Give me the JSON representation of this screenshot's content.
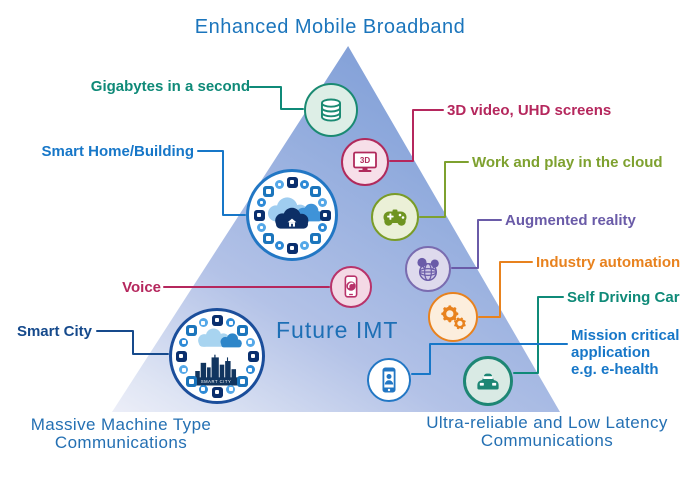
{
  "title": "Enhanced Mobile Broadband",
  "center_label": "Future IMT",
  "bottom_left_label": "Massive Machine Type\nCommunications",
  "bottom_right_label": "Ultra-reliable and Low Latency\nCommunications",
  "colors": {
    "title_blue": "#1b75bc",
    "corner_blue": "#2470b3",
    "triangle_top": "#7495d2",
    "triangle_bottom": "#eceef8",
    "teal": "#0f8a78",
    "crimson": "#b5275d",
    "olive": "#7ea12f",
    "purple": "#6a5ba8",
    "orange": "#e8821e",
    "bright_blue": "#1777c8",
    "navy": "#164a8c"
  },
  "callouts": {
    "gigabytes": {
      "label": "Gigabytes in a second",
      "color": "#0f8a78"
    },
    "smart_home": {
      "label": "Smart Home/Building",
      "color": "#1777c8"
    },
    "voice": {
      "label": "Voice",
      "color": "#b5275d"
    },
    "smart_city": {
      "label": "Smart City",
      "color": "#164a8c"
    },
    "video3d": {
      "label": "3D video, UHD screens",
      "color": "#b5275d"
    },
    "cloud_play": {
      "label": "Work and play in the cloud",
      "color": "#7ea12f"
    },
    "augmented": {
      "label": "Augmented reality",
      "color": "#6a5ba8"
    },
    "industry": {
      "label": "Industry automation",
      "color": "#e8821e"
    },
    "self_driving": {
      "label": "Self Driving Car",
      "color": "#0f8a78"
    },
    "mission": {
      "label": "Mission critical\napplication\ne.g. e-health",
      "color": "#1777c8"
    }
  },
  "icons": {
    "monitor_text": "3D",
    "city_badge": "SMART CITY"
  }
}
